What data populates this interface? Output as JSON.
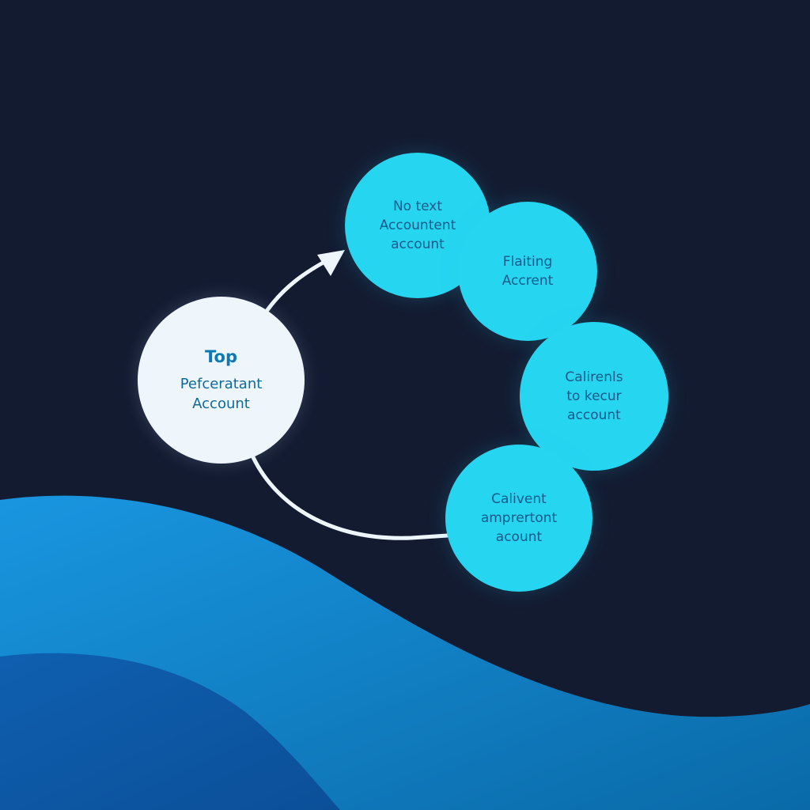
{
  "diagram": {
    "main_node": {
      "title": "Top",
      "lines": [
        "Pefceratant",
        "Account"
      ]
    },
    "nodes": [
      {
        "lines": [
          "No text",
          "Accountent",
          "account"
        ]
      },
      {
        "lines": [
          "Flaiting",
          "Accrent"
        ]
      },
      {
        "lines": [
          "Calirenls",
          "to kecur",
          "account"
        ]
      },
      {
        "lines": [
          "Calivent",
          "amprertont",
          "acount"
        ]
      }
    ]
  },
  "colors": {
    "background": "#131b31",
    "node_fill": "#26d5f0",
    "main_node_fill": "#eef6fb",
    "wave_light": "#1a8fd8",
    "wave_dark": "#0e5aa8"
  }
}
